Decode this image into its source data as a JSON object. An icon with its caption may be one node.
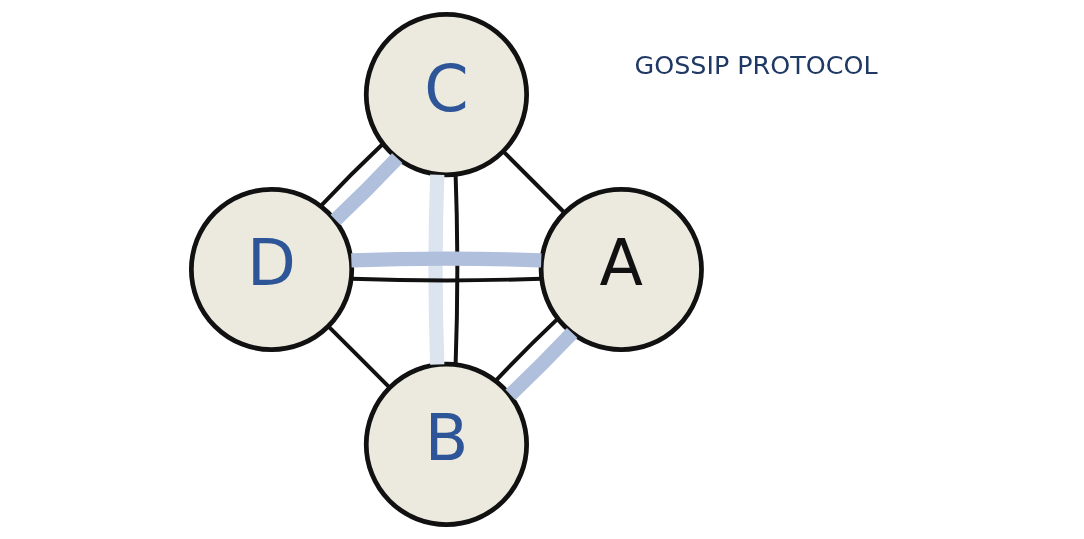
{
  "diagram": {
    "nodes": [
      {
        "text": [
          "B"
        ]
      },
      {
        "text": [
          "A"
        ]
      },
      {
        "text": [
          "C"
        ]
      },
      {
        "text": [
          "D"
        ]
      }
    ],
    "edges": [
      {
        "from": 1,
        "to": 0,
        "arrow": "none",
        "style": "thick",
        "color": "#b0bfdc"
      },
      {
        "from": 0,
        "to": 2,
        "arrow": "none",
        "style": "thick",
        "color": "#dce4f0"
      },
      {
        "from": 2,
        "to": 3,
        "arrow": "none",
        "style": "thick",
        "color": "#b0bfdc"
      },
      {
        "from": 3,
        "to": 1,
        "arrow": "none",
        "style": "thick",
        "color": "#b0bfdc"
      },
      {
        "from": 1,
        "to": 0,
        "arrow": "none"
      },
      {
        "from": 0,
        "to": 2,
        "arrow": "none"
      },
      {
        "from": 0,
        "to": 3,
        "arrow": "none"
      },
      {
        "from": 1,
        "to": 2,
        "arrow": "none"
      },
      {
        "from": 1,
        "to": 3,
        "arrow": "none"
      },
      {
        "from": 2,
        "to": 3,
        "arrow": "none"
      }
    ],
    "labels": [
      "GOSSIP PROTOCOL"
    ]
  }
}
